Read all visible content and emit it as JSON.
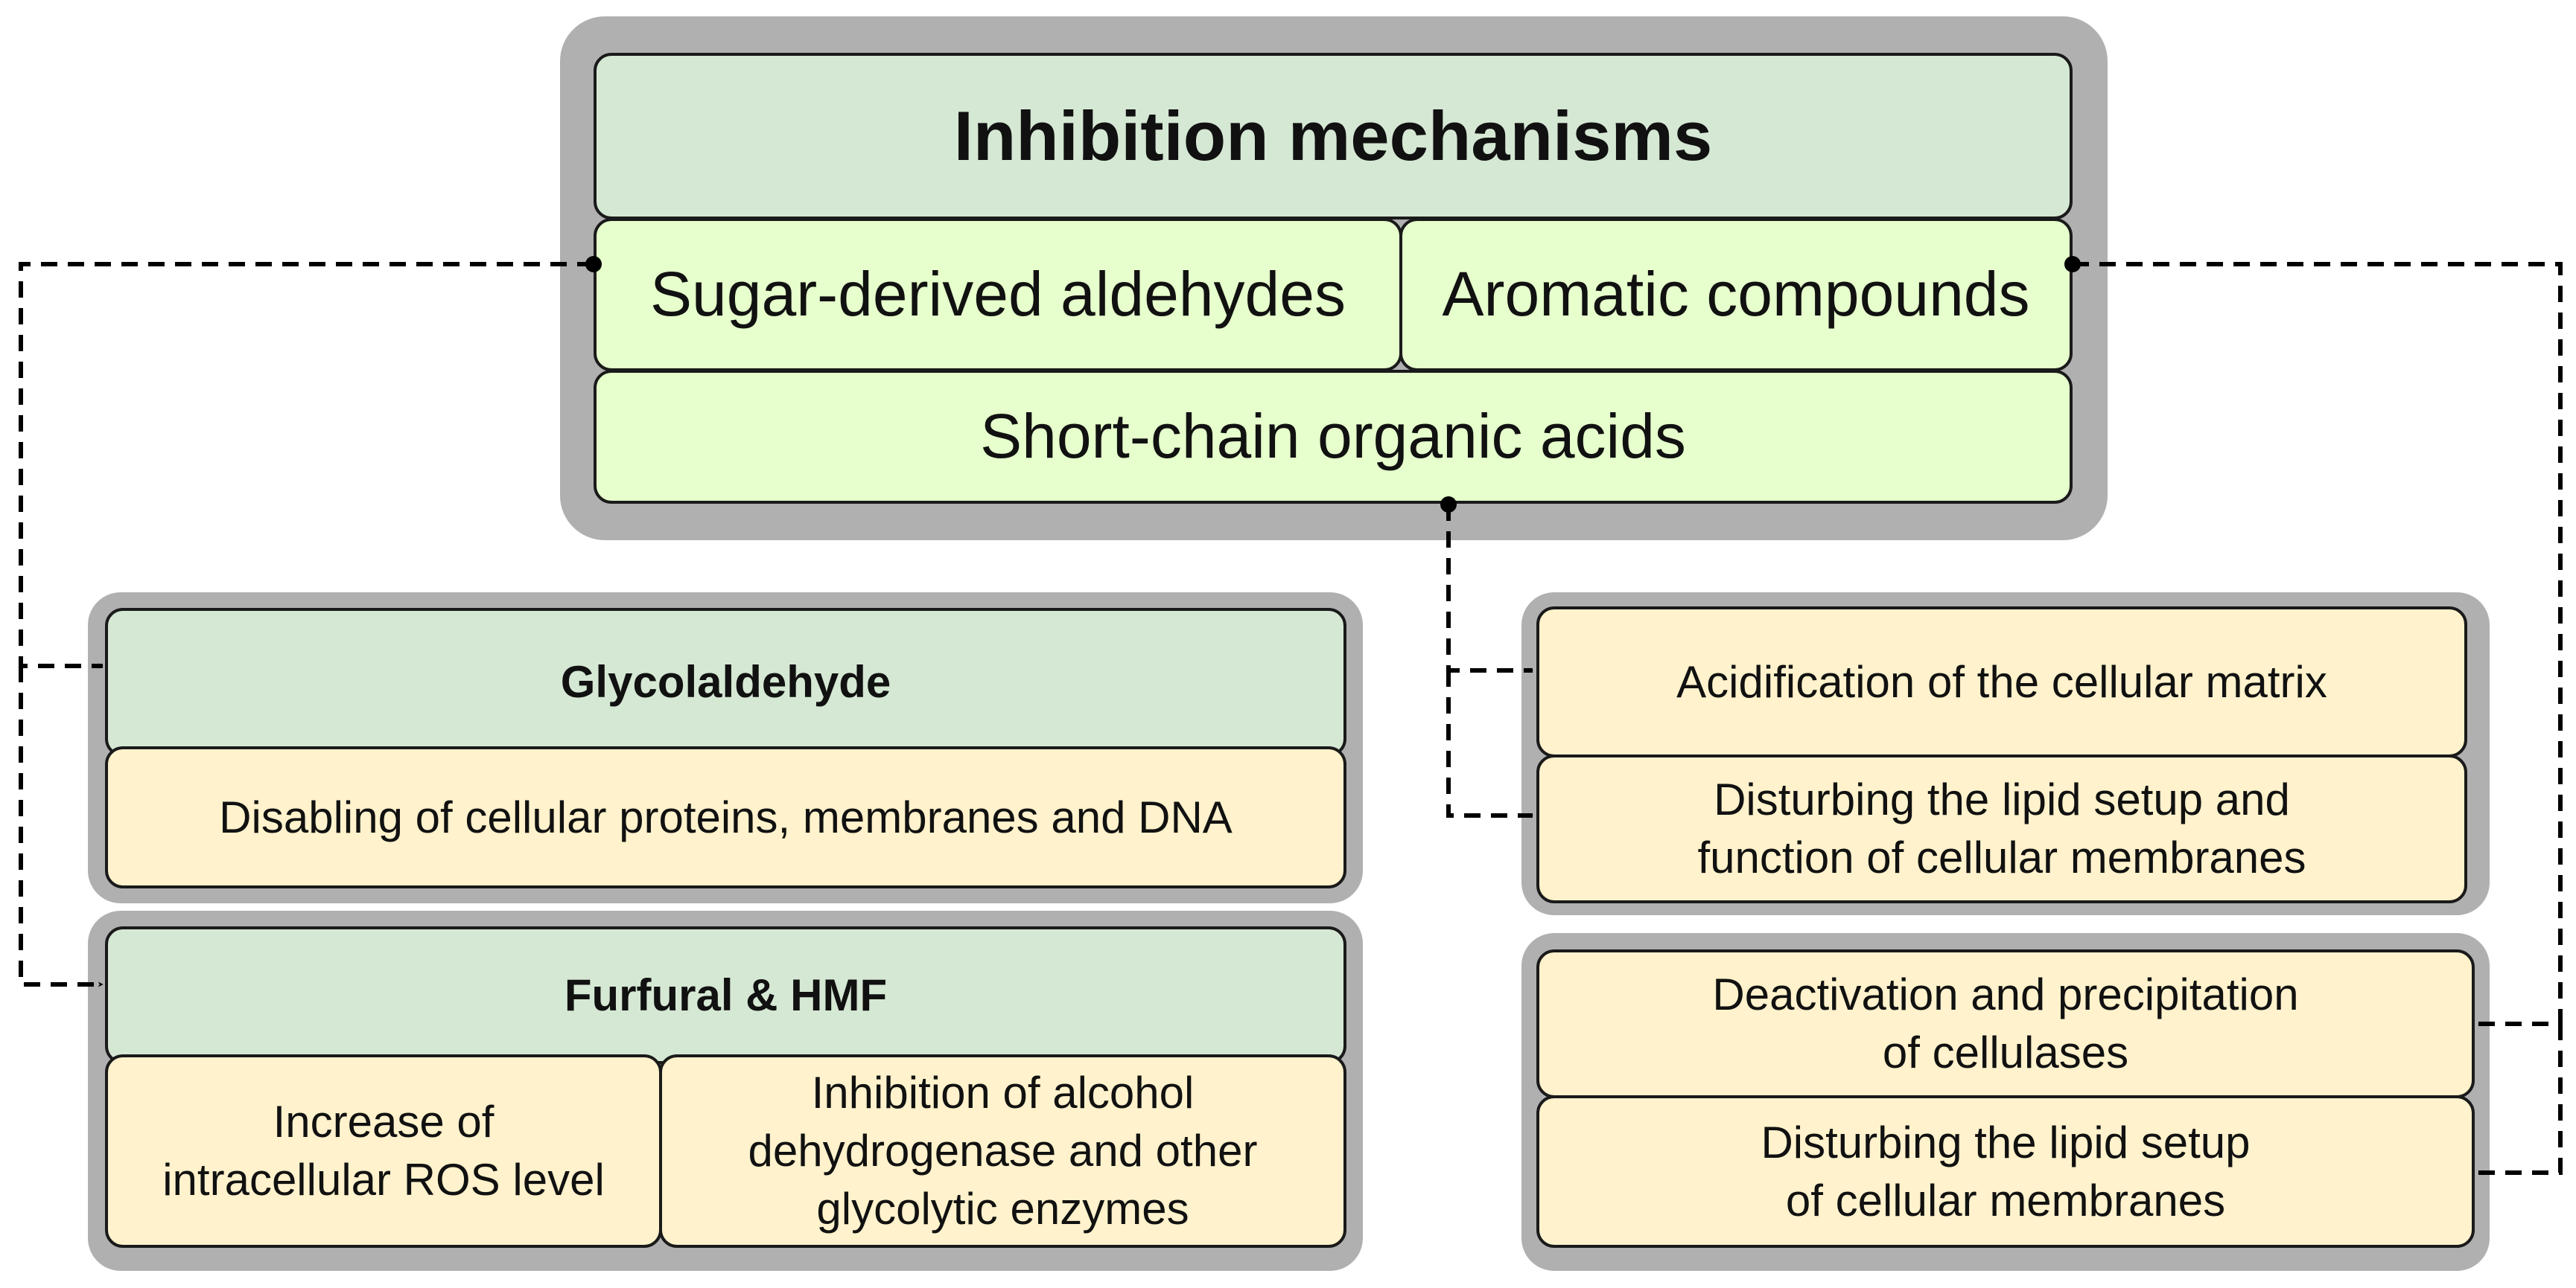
{
  "main": {
    "title": "Inhibition mechanisms",
    "categories": {
      "aldehydes": "Sugar-derived aldehydes",
      "aromatics": "Aromatic compounds",
      "acids": "Short-chain organic acids"
    }
  },
  "glycolaldehyde": {
    "title": "Glycolaldehyde",
    "effect": "Disabling of cellular proteins, membranes and DNA"
  },
  "furfural": {
    "title": "Furfural & HMF",
    "effects": [
      "Increase of\nintracellular ROS level",
      "Inhibition of alcohol\ndehydrogenase and other\nglycolytic enzymes"
    ]
  },
  "acids_effects": [
    "Acidification of the cellular matrix",
    "Disturbing the lipid setup and\nfunction of cellular membranes"
  ],
  "aromatic_effects": [
    "Deactivation and precipitation\nof cellulases",
    "Disturbing the lipid setup\nof cellular membranes"
  ],
  "colors": {
    "header_green": "#d5e8d4",
    "category_lime": "#e6ffcc",
    "effect_cream": "#fff2cc",
    "frame_gray": "#b0b0b0"
  }
}
